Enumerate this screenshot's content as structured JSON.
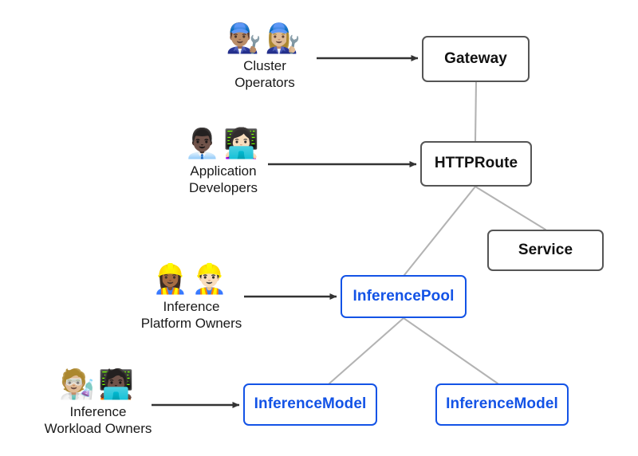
{
  "diagram": {
    "title": "Gateway API Inference Extension resource and persona diagram",
    "background_color": "#ffffff",
    "accent_color": "#1353e6",
    "plain_border_color": "#555555",
    "connector_color": "#b3b3b3",
    "arrow_color": "#333333"
  },
  "nodes": {
    "gateway": {
      "label": "Gateway",
      "style": "plain"
    },
    "httproute": {
      "label": "HTTPRoute",
      "style": "plain"
    },
    "service": {
      "label": "Service",
      "style": "plain"
    },
    "inferencepool": {
      "label": "InferencePool",
      "style": "accent"
    },
    "inferencemodel_1": {
      "label": "InferenceModel",
      "style": "accent"
    },
    "inferencemodel_2": {
      "label": "InferenceModel",
      "style": "accent"
    }
  },
  "actors": [
    {
      "id": "cluster-operators",
      "emojis": "👨🏽‍🔧👩🏼‍🔧",
      "icon_names": [
        "man-mechanic-icon",
        "woman-mechanic-icon"
      ],
      "label": "Cluster\nOperators",
      "targets": "Gateway"
    },
    {
      "id": "application-developers",
      "emojis": "👨🏿‍💼👩🏻‍💻",
      "icon_names": [
        "man-office-worker-icon",
        "woman-technologist-icon"
      ],
      "label": "Application\nDevelopers",
      "targets": "HTTPRoute"
    },
    {
      "id": "inference-platform-owners",
      "emojis": "👷🏾‍♀️👷🏻‍♂️",
      "icon_names": [
        "woman-construction-worker-icon",
        "man-construction-worker-icon"
      ],
      "label": "Inference\nPlatform Owners",
      "targets": "InferencePool"
    },
    {
      "id": "inference-workload-owners",
      "emojis": "🧑🏼‍🔬🧑🏿‍💻",
      "icon_names": [
        "scientist-icon",
        "technologist-icon"
      ],
      "label": "Inference\nWorkload Owners",
      "targets": "InferenceModel"
    }
  ],
  "connections": [
    {
      "from": "Gateway",
      "to": "HTTPRoute",
      "kind": "link"
    },
    {
      "from": "HTTPRoute",
      "to": "InferencePool",
      "kind": "link"
    },
    {
      "from": "HTTPRoute",
      "to": "Service",
      "kind": "link"
    },
    {
      "from": "InferencePool",
      "to": "InferenceModel",
      "kind": "link"
    },
    {
      "from": "InferencePool",
      "to": "InferenceModel",
      "kind": "link"
    },
    {
      "from": "Cluster Operators",
      "to": "Gateway",
      "kind": "arrow"
    },
    {
      "from": "Application Developers",
      "to": "HTTPRoute",
      "kind": "arrow"
    },
    {
      "from": "Inference Platform Owners",
      "to": "InferencePool",
      "kind": "arrow"
    },
    {
      "from": "Inference Workload Owners",
      "to": "InferenceModel",
      "kind": "arrow"
    }
  ]
}
